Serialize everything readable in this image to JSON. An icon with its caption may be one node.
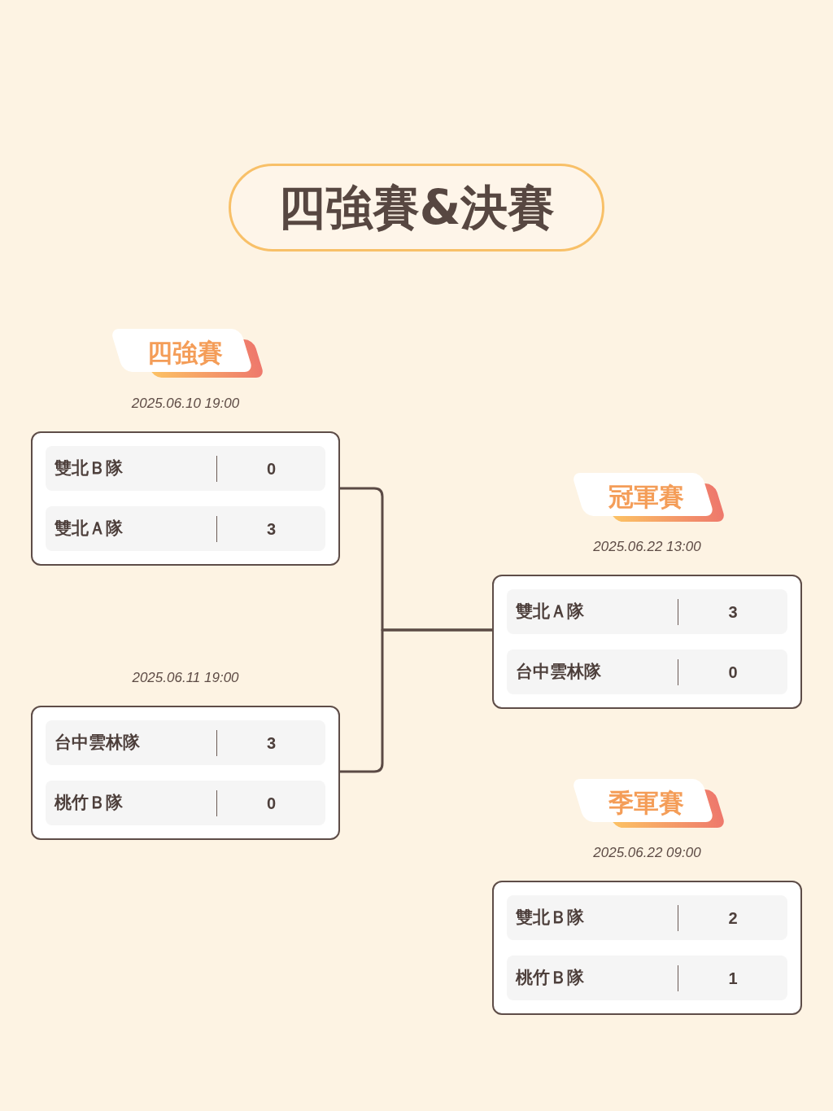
{
  "diagram": {
    "title": "四強賽&決賽",
    "nodes": [
      {
        "text": [
          "四強賽"
        ]
      },
      {
        "text": [],
        "shape": "box",
        "beside": [
          "2025.06.10 19:00"
        ]
      },
      {
        "text": [
          "雙北Ｂ隊",
          "0"
        ],
        "in": 1
      },
      {
        "text": [
          "雙北Ａ隊",
          "3"
        ],
        "in": 1
      },
      {
        "text": [
          "冠軍賽"
        ]
      },
      {
        "text": [],
        "shape": "box",
        "beside": [
          "2025.06.22 13:00"
        ]
      },
      {
        "text": [
          "雙北Ａ隊",
          "3"
        ],
        "in": 5
      },
      {
        "text": [
          "台中雲林隊",
          "0"
        ],
        "in": 5
      },
      {
        "text": [],
        "shape": "box",
        "beside": [
          "2025.06.11 19:00"
        ]
      },
      {
        "text": [
          "台中雲林隊",
          "3"
        ],
        "in": 8
      },
      {
        "text": [
          "桃竹Ｂ隊",
          "0"
        ],
        "in": 8
      },
      {
        "text": [
          "季軍賽"
        ]
      },
      {
        "text": [],
        "shape": "box",
        "beside": [
          "2025.06.22 09:00"
        ]
      },
      {
        "text": [
          "雙北Ｂ隊",
          "2"
        ],
        "in": 12
      },
      {
        "text": [
          "桃竹Ｂ隊",
          "1"
        ],
        "in": 12
      }
    ],
    "edges": [
      {
        "from": 1,
        "to": 5,
        "arrow": "none"
      },
      {
        "from": 8,
        "to": 5,
        "arrow": "none"
      }
    ]
  }
}
